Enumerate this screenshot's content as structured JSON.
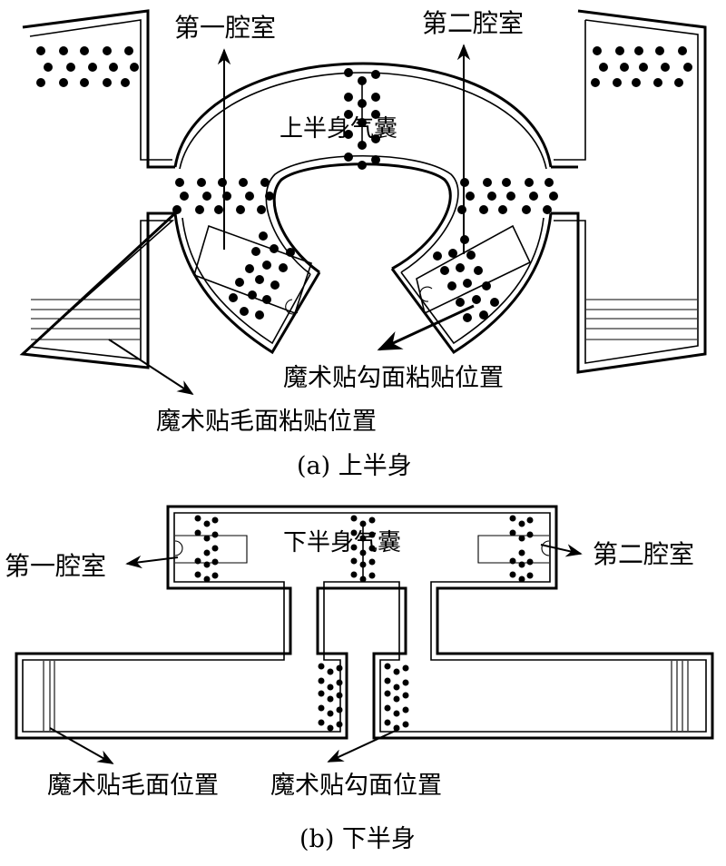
{
  "figure": {
    "upper": {
      "caption": "(a) 上半身",
      "airbag_label": "上半身气囊",
      "chamber1_label": "第一腔室",
      "chamber2_label": "第二腔室",
      "hook_label": "魔术贴勾面粘贴位置",
      "loop_label": "魔术贴毛面粘贴位置"
    },
    "lower": {
      "caption": "(b) 下半身",
      "airbag_label": "下半身气囊",
      "chamber1_label": "第一腔室",
      "chamber2_label": "第二腔室",
      "loop_label": "魔术贴毛面位置",
      "hook_label": "魔术贴勾面位置"
    }
  }
}
